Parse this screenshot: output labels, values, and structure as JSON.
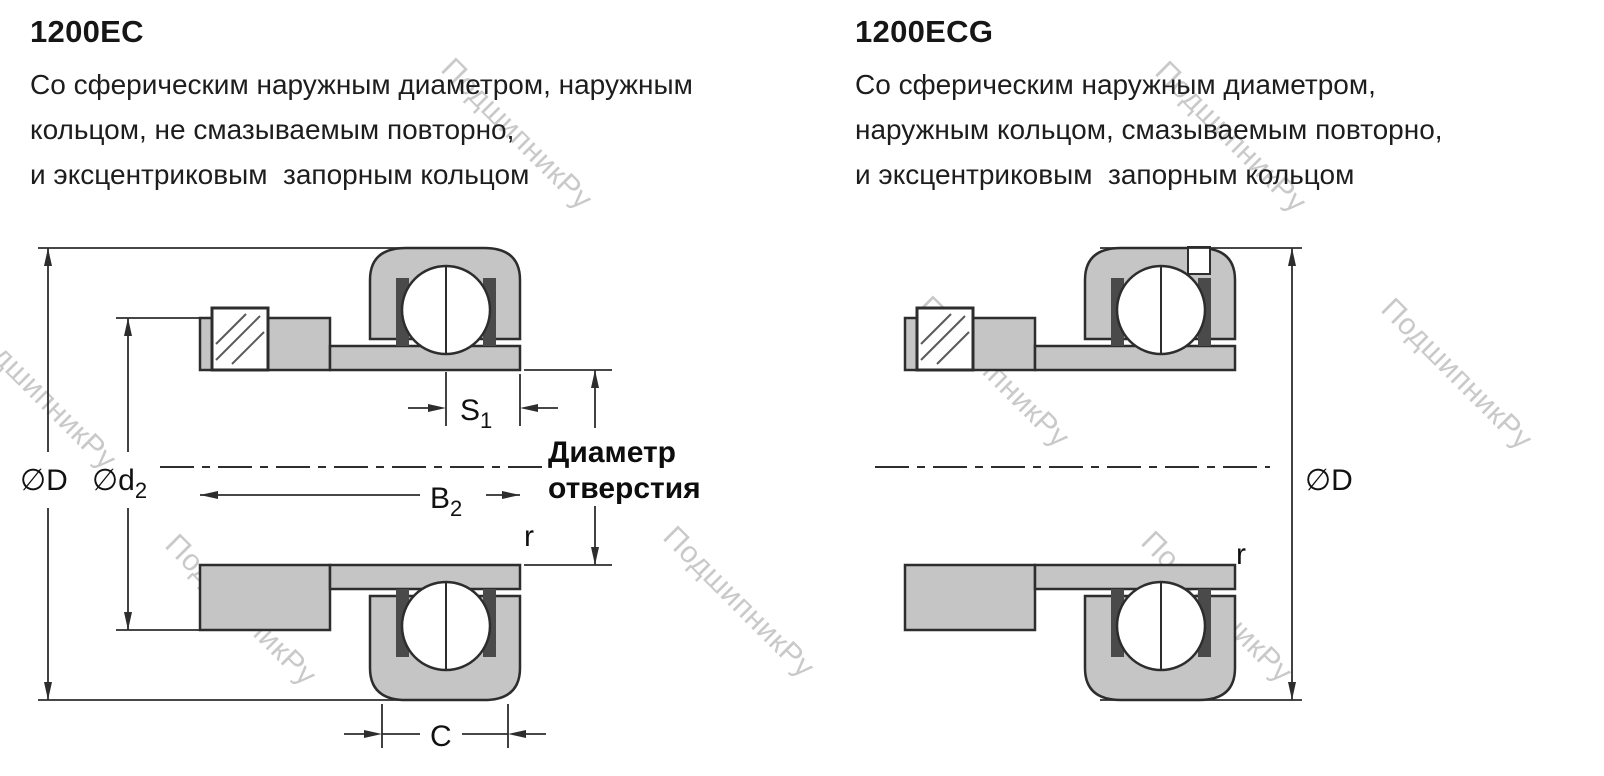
{
  "watermark": {
    "text": "ПодшипникРу",
    "color": "#c9c9c9"
  },
  "colors": {
    "part_fill": "#c5c5c5",
    "outline": "#2d2d2d",
    "text": "#161616"
  },
  "left": {
    "title": "1200EC",
    "description": [
      "Со сферическим наружным диаметром, наружным",
      "кольцом, не смазываемым повторно,",
      "и эксцентриковым  запорным кольцом"
    ],
    "labels": {
      "diameter_outer": "∅D",
      "d2_base": "∅d",
      "d2_sub": "2",
      "b2_base": "B",
      "b2_sub": "2",
      "s1_base": "S",
      "s1_sub": "1",
      "bore_line1": "Диаметр",
      "bore_line2": "отверстия",
      "r": "r",
      "c": "C"
    }
  },
  "right": {
    "title": "1200ECG",
    "description": [
      "Со сферическим наружным диаметром,",
      "наружным кольцом, смазываемым повторно,",
      "и эксцентриковым  запорным кольцом"
    ],
    "labels": {
      "diameter_outer": "∅D",
      "r": "r"
    }
  }
}
